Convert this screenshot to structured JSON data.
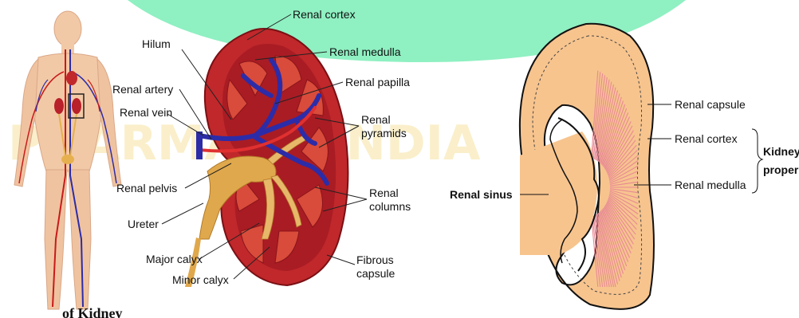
{
  "watermark": "PHARMACY INDIA",
  "caption": "of Kidney",
  "colors": {
    "banner": "#8ff0c2",
    "kidney_outer": "#c0282b",
    "vein": "#2c2ca8",
    "artery": "#c81a1a",
    "pelvis": "#e0a84c",
    "section_fill": "#f7c48e",
    "medulla_stripes": "#e88a95"
  },
  "left_diagram": {
    "labels": {
      "renal_cortex": "Renal cortex",
      "hilum": "Hilum",
      "renal_medulla": "Renal medulla",
      "renal_artery": "Renal artery",
      "renal_papilla": "Renal papilla",
      "renal_vein": "Renal vein",
      "renal_pyramids_1": "Renal",
      "renal_pyramids_2": "pyramids",
      "renal_pelvis": "Renal pelvis",
      "renal_columns_1": "Renal",
      "renal_columns_2": "columns",
      "ureter": "Ureter",
      "major_calyx": "Major calyx",
      "fibrous_capsule_1": "Fibrous",
      "fibrous_capsule_2": "capsule",
      "minor_calyx": "Minor calyx"
    }
  },
  "right_diagram": {
    "labels": {
      "renal_capsule": "Renal capsule",
      "renal_cortex": "Renal cortex",
      "renal_medulla": "Renal medulla",
      "renal_sinus": "Renal sinus",
      "kidney_proper_1": "Kidney",
      "kidney_proper_2": "proper"
    }
  }
}
